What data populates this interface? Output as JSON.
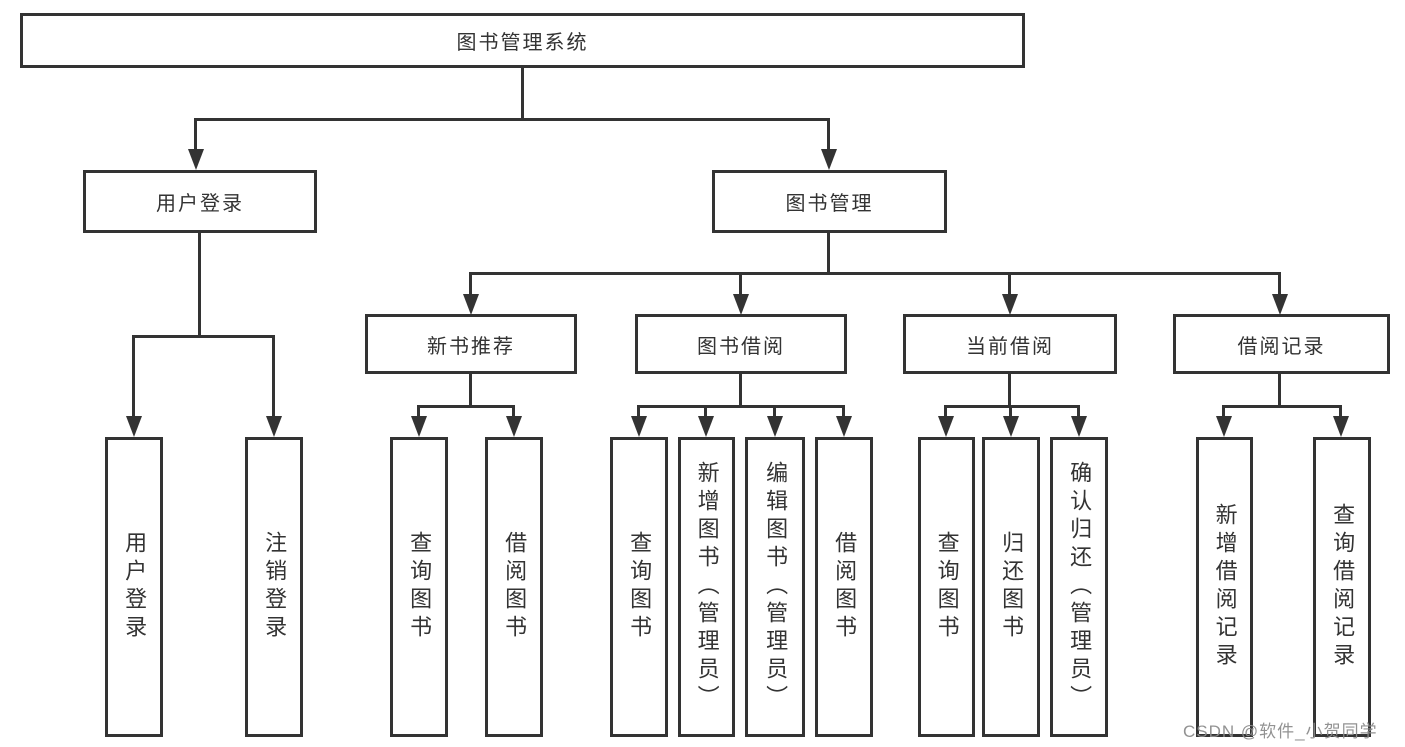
{
  "nodes": {
    "root": "图书管理系统",
    "user_login": "用户登录",
    "book_mgmt": "图书管理",
    "new_books": "新书推荐",
    "book_borrow": "图书借阅",
    "current_borrow": "当前借阅",
    "borrow_records": "借阅记录",
    "leaf_user_login": "用户登录",
    "leaf_logout": "注销登录",
    "leaf_nb_query": "查询图书",
    "leaf_nb_borrow": "借阅图书",
    "leaf_bb_query": "查询图书",
    "leaf_bb_add": "新增图书（管理员）",
    "leaf_bb_edit": "编辑图书（管理员）",
    "leaf_bb_borrow": "借阅图书",
    "leaf_cb_query": "查询图书",
    "leaf_cb_return": "归还图书",
    "leaf_cb_confirm": "确认归还（管理员）",
    "leaf_br_add": "新增借阅记录",
    "leaf_br_query": "查询借阅记录"
  },
  "watermark": "CSDN @软件_小贺同学",
  "colors": {
    "line": "#333333",
    "text": "#333333",
    "watermark": "#8c8c8c",
    "background": "#ffffff"
  }
}
